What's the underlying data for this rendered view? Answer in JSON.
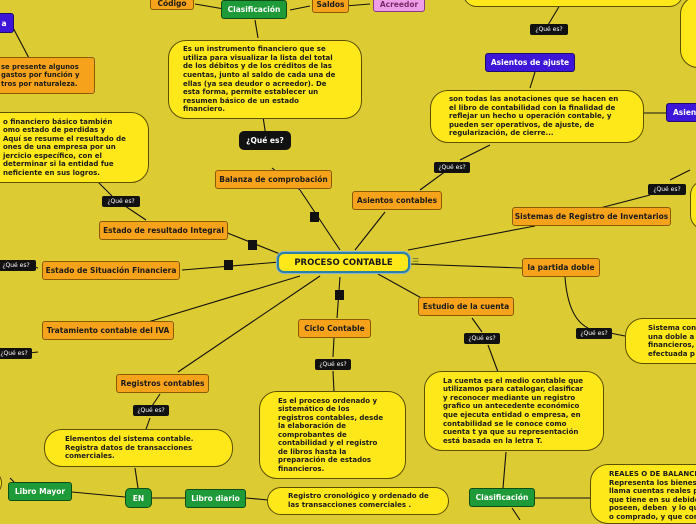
{
  "central": {
    "title": "PROCESO CONTABLE"
  },
  "que_es": "¿Qué es?",
  "en": "EN",
  "nodes": {
    "codigo": "Código",
    "clasificacion_top": "Clasificación",
    "saldos": "Saldos",
    "acreedor": "Acreedor",
    "balanza": "Balanza de comprobación",
    "asientos_contables": "Asientos contables",
    "asientos_ajuste": "Asientos de ajuste",
    "asientos_edge": "Asien",
    "sistemas_inventarios": "Sistemas de Registro de Inventarios",
    "partida_doble": "la partida doble",
    "estudio_cuenta": "Estudio de la cuenta",
    "ciclo_contable": "Ciclo Contable",
    "registros_contables": "Registros contables",
    "tratamiento_iva": "Tratamiento contable del IVA",
    "estado_situacion": "Estado de Situación Financiera",
    "estado_resultado": "Estado de resultado Integral",
    "libro_mayor": "Libro Mayor",
    "libro_diario": "Libro diario",
    "clasificacion_bottom": "Clasificación",
    "edge_purple_left": "a"
  },
  "texts": {
    "clasif_orange": "se presente algunos\ngastos por función y\ntros por naturaleza.",
    "balanza_desc": "Es un instrumento financiero que se\nutiliza para visualizar la lista del total\nde los débitos y de los créditos de las\ncuentas, junto al saldo de cada una de\nellas (ya sea deudor o acreedor). De\nesta forma, permite establecer un\nresumen básico de un estado\nfinanciero.",
    "estado_resultado_desc": "o financiero básico también\nomo estado de perdidas y\nAquí se resume el resultado de\nones de una empresa por un\njercicio específico, con el\ndeterminar si la entidad fue\nneficiente en sus logros.",
    "asientos_desc": "son todas las anotaciones que se hacen en\nel libro de contabilidad con la finalidad de\nreflejar un hecho u operación contable, y\npueden ser operativos, de ajuste, de\nregularización, de cierre...",
    "partida_desc": "Sistema con\nuna doble a\nfinancieros,\nefectuada p",
    "estudio_desc": "La cuenta es el medio contable que\nutilizamos para catalogar, clasificar\ny reconocer mediante un registro\ngrafico un antecedente económico\nque ejecuta entidad o empresa, en\ncontabilidad se le conoce como\ncuenta t ya que su representación\nestá basada en la letra T.",
    "ciclo_desc": "Es el proceso ordenado y\nsistemático de los\nregistros contables, desde\nla elaboración de\ncomprobantes de\ncontabilidad y el registro\nde libros hasta la\npreparación de estados\nfinancieros.",
    "registros_desc": "Elementos del sistema contable.\nRegistra datos de transacciones\ncomerciales.",
    "libro_diario_desc": "Registro cronológico y ordenado de\nlas transacciones comerciales .",
    "reales_desc": "REALES O DE BALANCE\nRepresenta los bienes q\nllama cuentas reales po\nque tiene en su debido\nposeen, deben  y lo qu\no comprado, y que con"
  }
}
